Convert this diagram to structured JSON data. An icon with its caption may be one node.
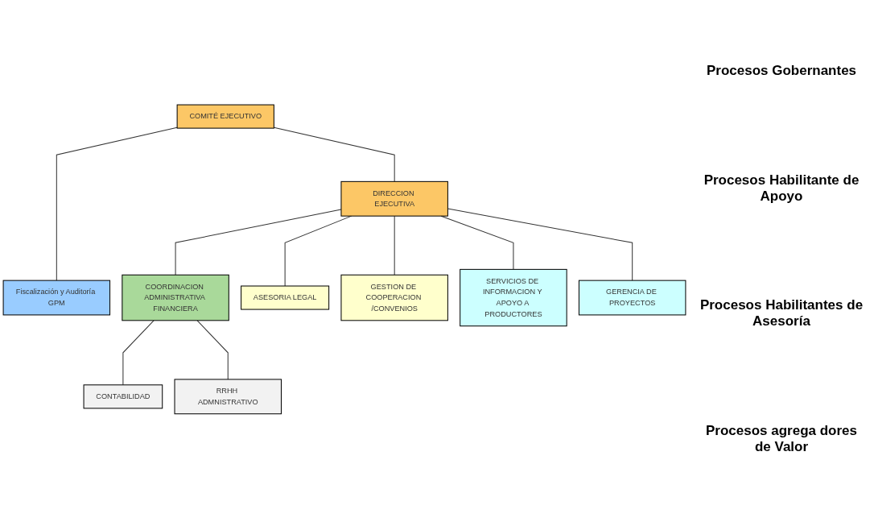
{
  "diagram": {
    "nodes": [
      {
        "text": [
          "COMITÉ EJECUTIVO"
        ]
      },
      {
        "text": [
          "Fiscalización y Auditoría GPM"
        ]
      },
      {
        "text": [
          "DIRECCION EJECUTIVA"
        ]
      },
      {
        "text": [
          "COORDINACION ADMINISTRATIVA FINANCIERA"
        ]
      },
      {
        "text": [
          "ASESORIA LEGAL"
        ]
      },
      {
        "text": [
          "CONTABILIDAD"
        ]
      },
      {
        "text": [
          "RRHH ADMNISTRATIVO"
        ]
      },
      {
        "text": [
          "GESTION DE COOPERACION /CONVENIOS"
        ]
      },
      {
        "text": [
          "SERVICIOS DE INFORMACION Y APOYO A PRODUCTORES"
        ]
      },
      {
        "text": [
          "GERENCIA DE PROYECTOS"
        ]
      }
    ],
    "edges": [
      {
        "from": 0,
        "to": 2,
        "arrow": "none"
      },
      {
        "from": 0,
        "to": 1,
        "arrow": "none"
      },
      {
        "from": 2,
        "to": 3,
        "arrow": "none"
      },
      {
        "from": 2,
        "to": 4,
        "arrow": "none"
      },
      {
        "from": 3,
        "to": 5,
        "arrow": "none"
      },
      {
        "from": 3,
        "to": 6,
        "arrow": "none"
      },
      {
        "from": 2,
        "to": 7,
        "arrow": "none"
      },
      {
        "from": 2,
        "to": 8,
        "arrow": "none"
      },
      {
        "from": 2,
        "to": 9,
        "arrow": "none"
      }
    ],
    "labels": [
      "Procesos Gobernantes",
      "Procesos Habilitante de Apoyo",
      "Procesos Habilitantes de Asesoría",
      "Procesos agrega dores de Valor"
    ]
  }
}
